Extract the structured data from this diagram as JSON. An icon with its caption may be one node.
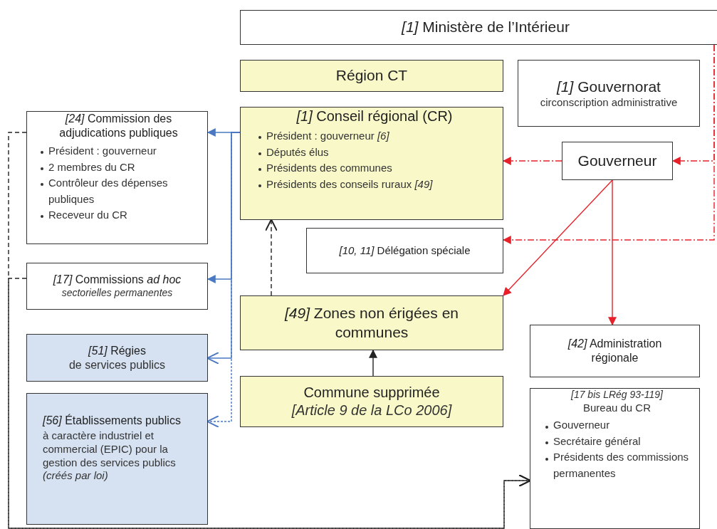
{
  "diagram": {
    "nodes": [
      {
        "text": [
          "*[1]* Ministère de l’Intérieur"
        ]
      },
      {
        "text": [
          "Région CT"
        ]
      },
      {
        "text": [
          "*[1]* Gouvernorat",
          "circonscription administrative"
        ]
      },
      {
        "text": [
          "*[1]* Conseil régional (CR)",
          "Président : gouverneur *[6]*",
          "Députés élus",
          "Présidents des communes",
          "Présidents des conseils ruraux *[49]*"
        ]
      },
      {
        "text": [
          "Gouverneur"
        ]
      },
      {
        "text": [
          "*[24]* Commission des adjudications publiques",
          "Président : gouverneur",
          "2 membres du CR",
          "Contrôleur des dépenses publiques",
          "Receveur du CR"
        ]
      },
      {
        "text": [
          "*[10, 11]* Délégation spéciale"
        ]
      },
      {
        "text": [
          "*[17]* Commissions *ad hoc*",
          "sectorielles permanentes"
        ]
      },
      {
        "text": [
          "*[49]* Zones non érigées en communes"
        ]
      },
      {
        "text": [
          "*[51]* Régies",
          "de services publics"
        ]
      },
      {
        "text": [
          "*[42]* Administration régionale"
        ]
      },
      {
        "text": [
          "*[56]* Établissements publics",
          "à caractère industriel et commercial (EPIC) pour la gestion des services publics *(créés par loi)*"
        ]
      },
      {
        "text": [
          "Commune supprimée",
          "[Article 9 de la LCo 2006]"
        ]
      },
      {
        "text": [
          "[17 bis LRég 93-119]",
          "Bureau du CR",
          "Gouverneur",
          "Secrétaire général",
          "Présidents des commissions permanentes"
        ]
      }
    ],
    "edges": [
      {
        "from": 3,
        "to": 5,
        "arrow": "to",
        "color": "#4a78c2"
      },
      {
        "from": 3,
        "to": 7,
        "arrow": "to",
        "color": "#4a78c2"
      },
      {
        "from": 3,
        "to": 9,
        "arrow": "to",
        "color": "#4a78c2"
      },
      {
        "from": 3,
        "to": 11,
        "arrow": "to",
        "style": "dashed",
        "color": "#4a78c2"
      },
      {
        "from": 4,
        "to": 3,
        "arrow": "to",
        "style": "dashed",
        "color": "#e8202a"
      },
      {
        "from": 0,
        "to": 4,
        "arrow": "to",
        "style": "dashed",
        "color": "#e8202a"
      },
      {
        "from": 0,
        "to": 6,
        "arrow": "to",
        "style": "dashed",
        "color": "#e8202a"
      },
      {
        "from": 4,
        "to": 8,
        "arrow": "to",
        "color": "#e8202a"
      },
      {
        "from": 4,
        "to": 10,
        "arrow": "to",
        "color": "#e8202a"
      },
      {
        "from": 8,
        "to": 3,
        "arrow": "to",
        "style": "dashed",
        "color": "#222222"
      },
      {
        "from": 12,
        "to": 8,
        "arrow": "to",
        "color": "#222222"
      },
      {
        "from": 5,
        "to": 13,
        "arrow": "to",
        "style": "dashed",
        "color": "#222222"
      },
      {
        "from": 7,
        "to": 13,
        "arrow": "to",
        "style": "dashed",
        "color": "#222222"
      }
    ]
  }
}
